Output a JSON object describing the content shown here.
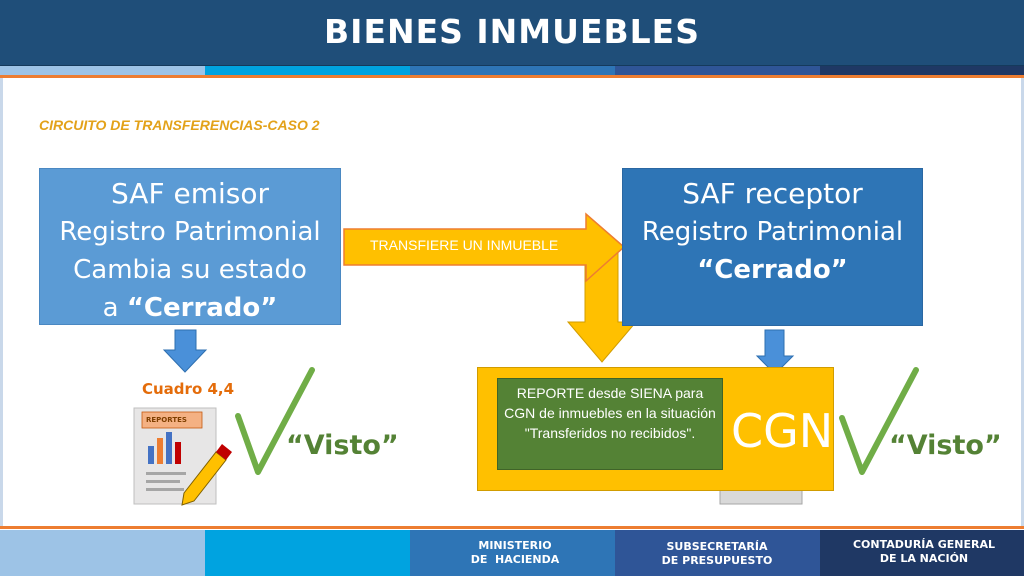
{
  "header": {
    "title": "BIENES INMUEBLES"
  },
  "subtitle": "CIRCUITO DE TRANSFERENCIAS-CASO 2",
  "emisor": {
    "title": "SAF emisor",
    "line1": "Registro Patrimonial",
    "line2": "Cambia su estado",
    "line3_prefix": "a ",
    "line3_bold": "“Cerrado”"
  },
  "receptor": {
    "title": "SAF receptor",
    "line1": "Registro Patrimonial",
    "line2_bold": "“Cerrado”"
  },
  "transfer_label": "TRANSFIERE UN INMUEBLE",
  "report_box": "REPORTE desde SIENA para CGN de inmuebles en la situación \"Transferidos no recibidos\".",
  "cgn_label": "CGN",
  "cuadro_label": "Cuadro 4,4",
  "report_icon_text": "REPORTES",
  "visto_left": "“Visto”",
  "visto_right": "“Visto”",
  "footer": {
    "ministerio": [
      "MINISTERIO",
      "DE  HACIENDA"
    ],
    "subsecretaria": [
      "SUBSECRETARÍA",
      "DE PRESUPUESTO"
    ],
    "contaduria": [
      "CONTADURÍA GENERAL",
      "DE LA NACIÓN"
    ]
  },
  "colors": {
    "header": "#1f4e79",
    "accent_orange": "#ed7d31",
    "emisor_box": "#5b9bd5",
    "receptor_box": "#2e75b6",
    "arrow_yellow": "#ffc000",
    "report_green": "#548235",
    "check_green": "#70ad47",
    "cuadro_orange": "#e46c0a"
  }
}
